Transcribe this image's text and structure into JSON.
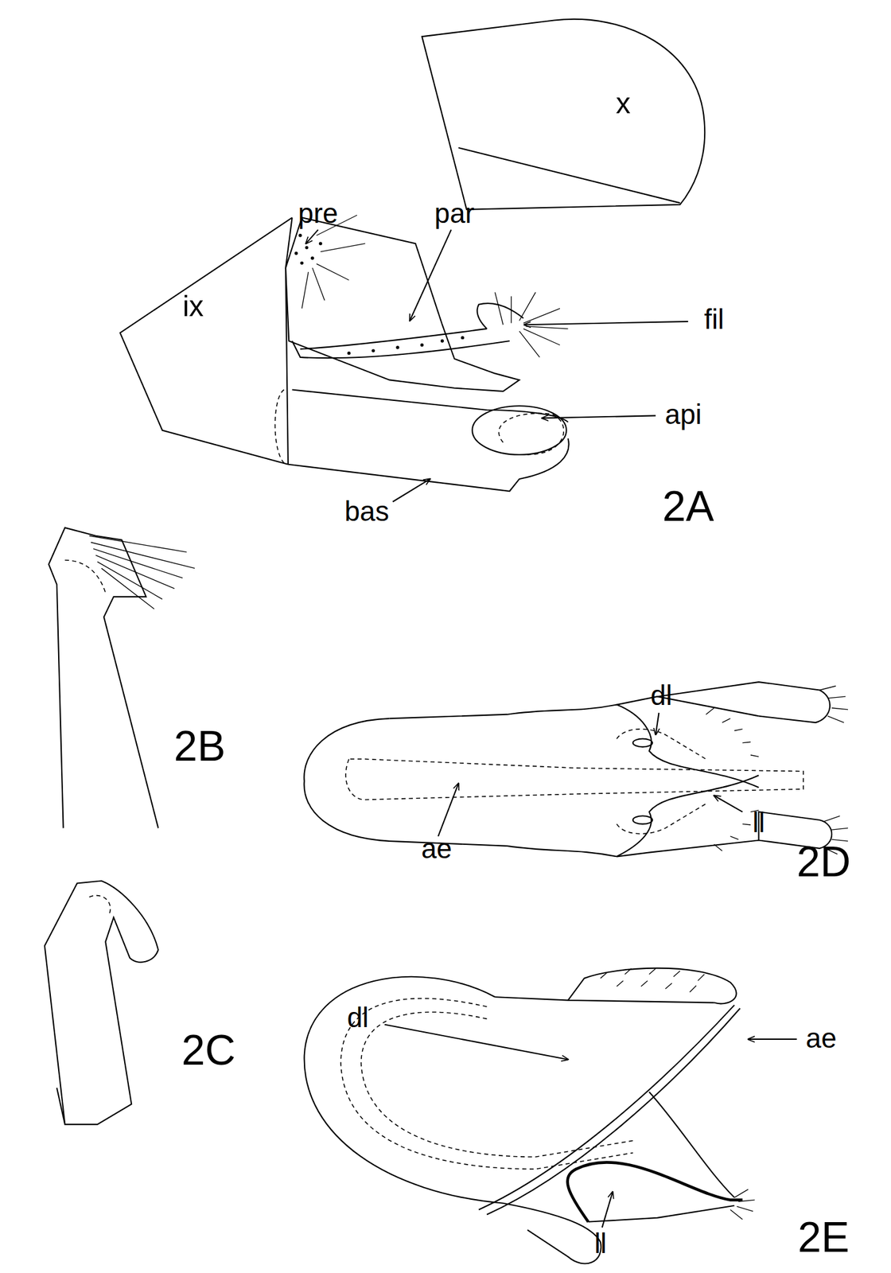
{
  "diagram": {
    "labels": [
      "x",
      "pre",
      "par",
      "ix",
      "fil",
      "api",
      "bas",
      "2A",
      "2B",
      "dl",
      "2D",
      "ae",
      "ll",
      "2C",
      "dl",
      "ae",
      "2E",
      "ll"
    ]
  }
}
